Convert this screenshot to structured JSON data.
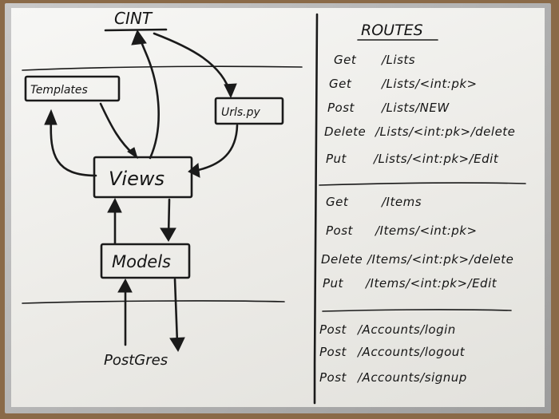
{
  "diagram": {
    "top_label": "CINT",
    "bottom_label": "PostGres",
    "boxes": {
      "templates": "Templates",
      "urls": "Urls.py",
      "views": "Views",
      "models": "Models"
    }
  },
  "routes": {
    "title": "ROUTES",
    "groups": [
      [
        {
          "method": "Get",
          "path": "/Lists"
        },
        {
          "method": "Get",
          "path": "/Lists/<int:pk>"
        },
        {
          "method": "Post",
          "path": "/Lists/NEW"
        },
        {
          "method": "Delete",
          "path": "/Lists/<int:pk>/delete"
        },
        {
          "method": "Put",
          "path": "/Lists/<int:pk>/Edit"
        }
      ],
      [
        {
          "method": "Get",
          "path": "/Items"
        },
        {
          "method": "Post",
          "path": "/Items/<int:pk>"
        },
        {
          "method": "Delete",
          "path": "/Items/<int:pk>/delete"
        },
        {
          "method": "Put",
          "path": "/Items/<int:pk>/Edit"
        }
      ],
      [
        {
          "method": "Post",
          "path": "/Accounts/login"
        },
        {
          "method": "Post",
          "path": "/Accounts/logout"
        },
        {
          "method": "Post",
          "path": "/Accounts/signup"
        }
      ]
    ]
  },
  "colors": {
    "ink": "#1a1a1a",
    "board": "#f2f2ef",
    "frame": "#b5b5b5",
    "wall": "#8a6a48"
  }
}
